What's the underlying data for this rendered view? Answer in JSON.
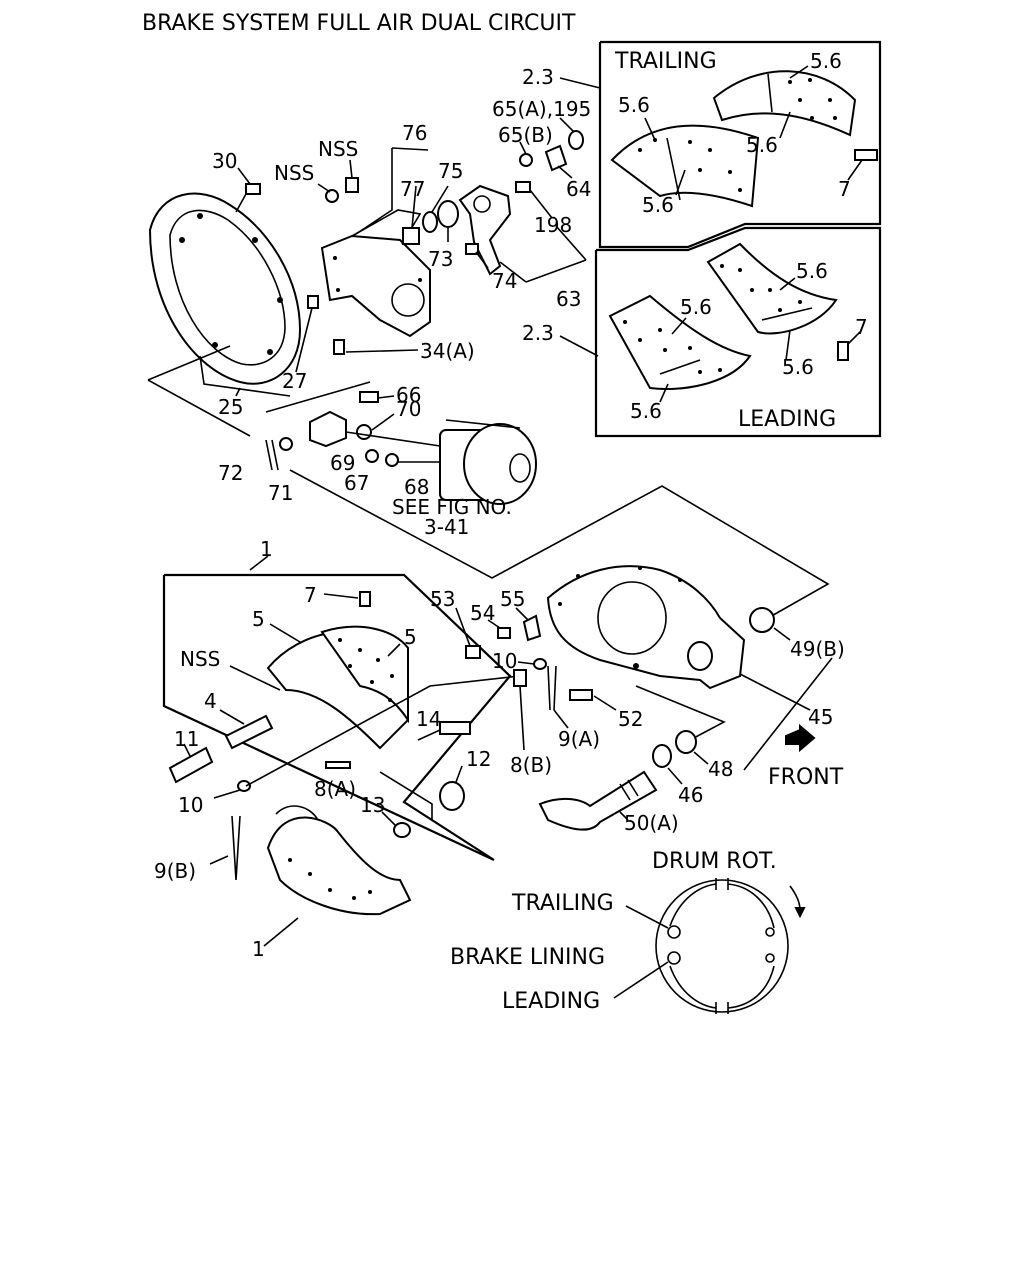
{
  "title": "BRAKE SYSTEM FULL AIR DUAL CIRCUIT",
  "colors": {
    "ink": "#000000",
    "paper": "#ffffff"
  },
  "panels": {
    "trailing": "TRAILING",
    "leading": "LEADING",
    "front": "FRONT",
    "drum_rot": "DRUM ROT.",
    "inset_trailing": "TRAILING",
    "brake_lining": "BRAKE LINING",
    "inset_leading": "LEADING",
    "see_fig": "SEE FIG NO.",
    "fig_no": "3-41"
  },
  "callouts": {
    "c30": "30",
    "c_nss1": "NSS",
    "c_nss2": "NSS",
    "c76": "76",
    "c77": "77",
    "c75": "75",
    "c73": "73",
    "c74": "74",
    "c63": "63",
    "c198": "198",
    "c64": "64",
    "c65b": "65(B)",
    "c65a": "65(A),195",
    "c23_top": "2.3",
    "c23_mid": "2.3",
    "t56_1": "5.6",
    "t56_2": "5.6",
    "t56_3": "5.6",
    "t56_4": "5.6",
    "t7": "7",
    "l56_1": "5.6",
    "l56_2": "5.6",
    "l56_3": "5.6",
    "l56_4": "5.6",
    "l7": "7",
    "c34a": "34(A)",
    "c27": "27",
    "c25": "25",
    "c66": "66",
    "c70": "70",
    "c72": "72",
    "c71": "71",
    "c69": "69",
    "c67": "67",
    "c68": "68",
    "c1_top": "1",
    "c7": "7",
    "c5a": "5",
    "c5b": "5",
    "c_nss3": "NSS",
    "c4": "4",
    "c11": "11",
    "c10a": "10",
    "c10b": "10",
    "c14": "14",
    "c12": "12",
    "c8a": "8(A)",
    "c8b": "8(B)",
    "c13": "13",
    "c53": "53",
    "c54": "54",
    "c55": "55",
    "c49b": "49(B)",
    "c45": "45",
    "c52": "52",
    "c9a": "9(A)",
    "c48": "48",
    "c46": "46",
    "c50a": "50(A)",
    "c9b": "9(B)",
    "c1_bottom": "1"
  }
}
